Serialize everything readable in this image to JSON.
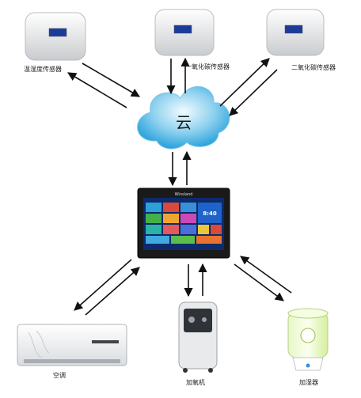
{
  "nodes": {
    "temp_humidity_sensor": {
      "label": "温湿度传感器"
    },
    "co_sensor": {
      "label": "一氧化碳传感器"
    },
    "co2_sensor": {
      "label": "二氧化碳传感器"
    },
    "cloud": {
      "label": "云"
    },
    "controller": {
      "brand": "Winsland",
      "clock": "8:40"
    },
    "air_conditioner": {
      "label": "空调"
    },
    "oxygen_generator": {
      "label": "加氧机"
    },
    "humidifier": {
      "label": "加湿器"
    }
  },
  "colors": {
    "cloud_light": "#dff2fb",
    "cloud_dark": "#2aa3dc",
    "arrow": "#111111",
    "tablet_frame": "#1a1a1a"
  },
  "icons": {
    "sensor": "sensor-device-icon",
    "arrow": "bidirectional-arrow-icon"
  }
}
